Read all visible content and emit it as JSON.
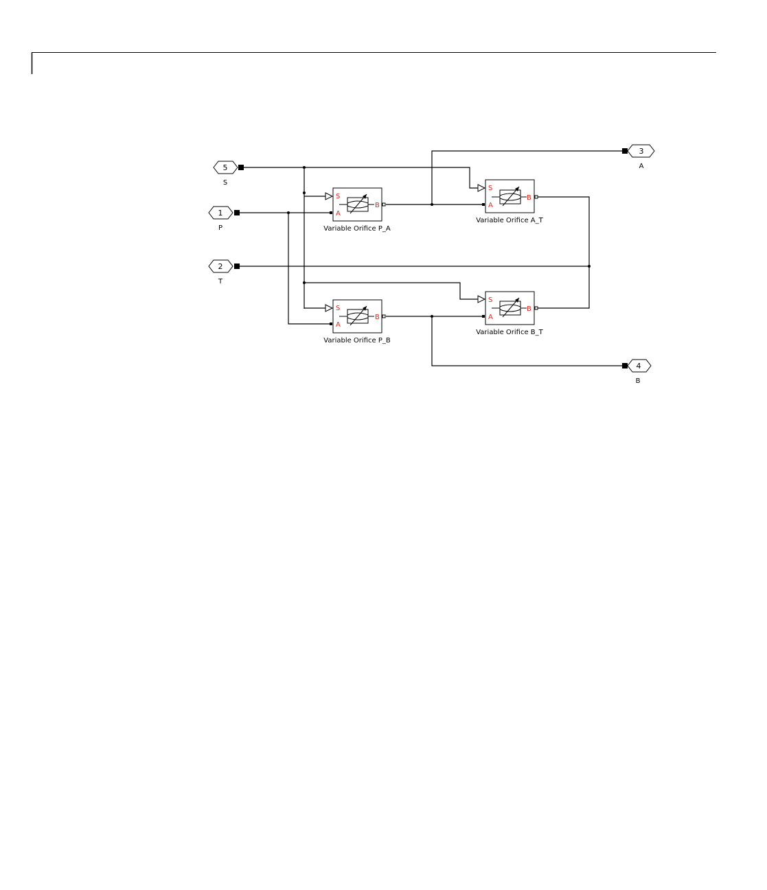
{
  "colors": {
    "line": "#000000",
    "port_label": "#e8231a",
    "background": "#ffffff"
  },
  "ports": {
    "S": {
      "number": "5",
      "name": "S"
    },
    "P": {
      "number": "1",
      "name": "P"
    },
    "T": {
      "number": "2",
      "name": "T"
    },
    "A": {
      "number": "3",
      "name": "A"
    },
    "B": {
      "number": "4",
      "name": "B"
    }
  },
  "blocks": {
    "pa": {
      "name": "Variable Orifice P_A",
      "port_s": "S",
      "port_a": "A",
      "port_b": "B",
      "icon": "variable-orifice-icon"
    },
    "at": {
      "name": "Variable Orifice A_T",
      "port_s": "S",
      "port_a": "A",
      "port_b": "B",
      "icon": "variable-orifice-icon"
    },
    "pb": {
      "name": "Variable Orifice P_B",
      "port_s": "S",
      "port_a": "A",
      "port_b": "B",
      "icon": "variable-orifice-icon"
    },
    "bt": {
      "name": "Variable Orifice B_T",
      "port_s": "S",
      "port_a": "A",
      "port_b": "B",
      "icon": "variable-orifice-icon"
    }
  }
}
